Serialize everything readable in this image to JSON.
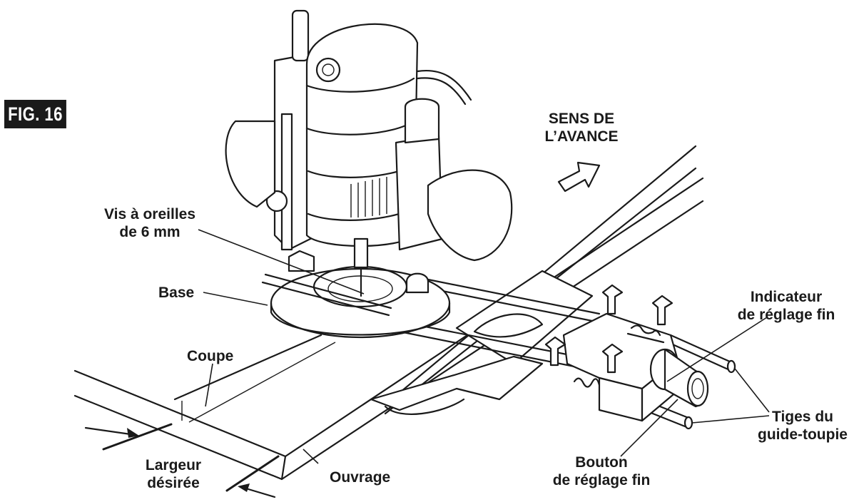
{
  "figure": {
    "badge": "FIG. 16"
  },
  "labels": {
    "feed_direction": [
      "SENS DE",
      "L’AVANCE"
    ],
    "wing_screw": [
      "Vis à oreilles",
      "de 6 mm"
    ],
    "base": "Base",
    "cut": "Coupe",
    "desired_width": [
      "Largeur",
      "désirée"
    ],
    "workpiece": "Ouvrage",
    "fine_indicator": [
      "Indicateur",
      "de réglage fin"
    ],
    "fine_knob": [
      "Bouton",
      "de réglage fin"
    ],
    "guide_rods": [
      "Tiges du",
      "guide-toupie"
    ]
  },
  "colors": {
    "ink": "#1a1a1a",
    "paper": "#ffffff",
    "shade": "#e9e9e9"
  }
}
